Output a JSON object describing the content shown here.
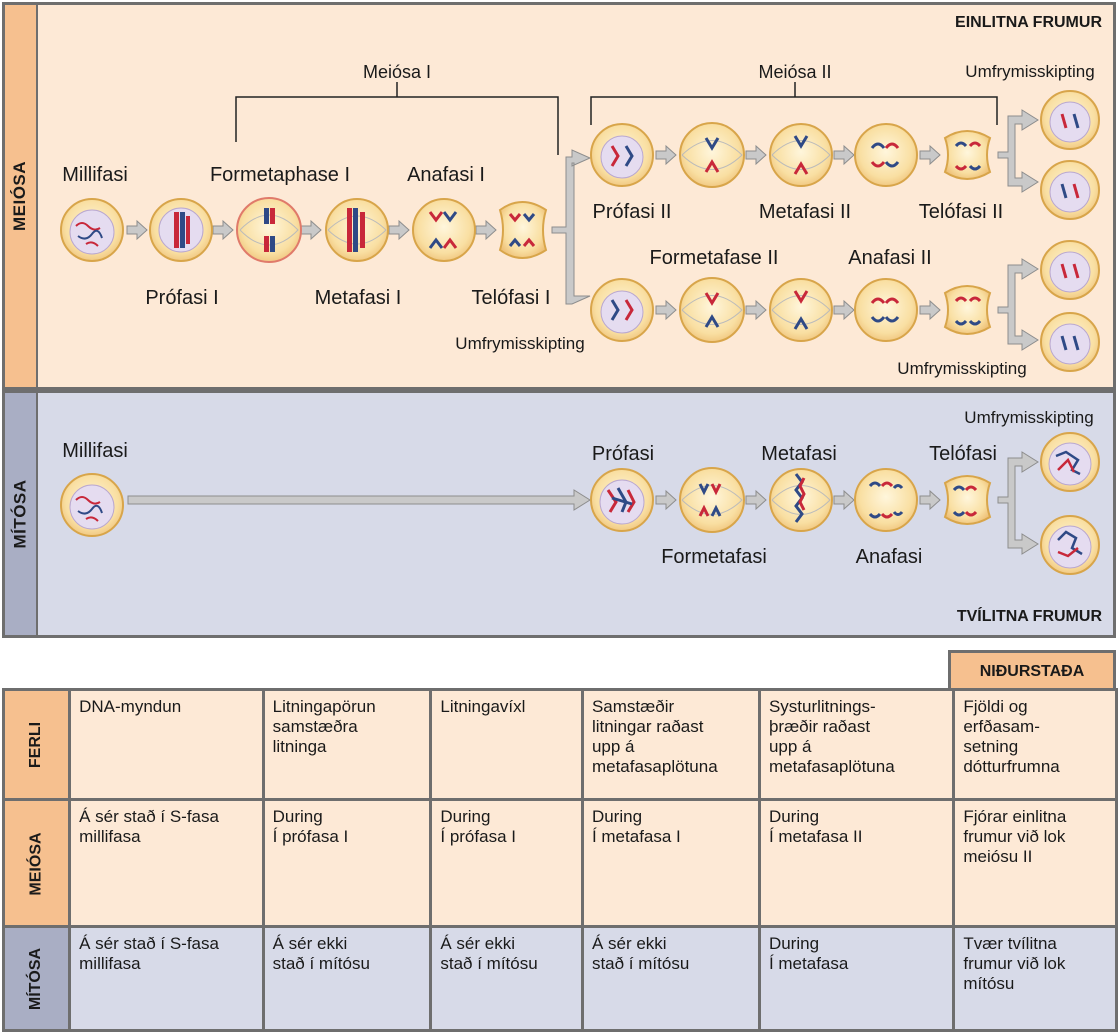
{
  "diagram": {
    "meiosis_side_label": "MEIÓSA",
    "mitosis_side_label": "MÍTÓSA",
    "haploid_label": "EINLITNA FRUMUR",
    "diploid_label": "TVÍLITNA FRUMUR",
    "meiosis_1_bracket": "Meiósa I",
    "meiosis_2_bracket": "Meiósa II",
    "meiosis_labels": {
      "interphase": "Millifasi",
      "prophase_1": "Prófasi I",
      "prometaphase_1": "Formetaphase I",
      "metaphase_1": "Metafasi I",
      "anaphase_1": "Anafasi I",
      "telophase_1": "Telófasi I",
      "cytokinesis_1": "Umfrymisskipting",
      "prophase_2": "Prófasi II",
      "metaphase_2": "Metafasi II",
      "telophase_2": "Telófasi II",
      "cytokinesis_2_top": "Umfrymisskipting",
      "prometaphase_2": "Formetafase II",
      "anaphase_2": "Anafasi II",
      "cytokinesis_2_bottom": "Umfrymisskipting"
    },
    "mitosis_labels": {
      "interphase": "Millifasi",
      "prophase": "Prófasi",
      "prometaphase": "Formetafasi",
      "metaphase": "Metafasi",
      "anaphase": "Anafasi",
      "telophase": "Telófasi",
      "cytokinesis": "Umfrymisskipting"
    },
    "colors": {
      "maternal": "#c8283a",
      "paternal": "#2f4a86",
      "cell_fill": "#f9dfa2",
      "cell_border": "#d8a54a",
      "nucleus": "#e5dcf0",
      "arrow": "#c9c9c9"
    }
  },
  "table": {
    "result_header": "NIÐURSTAÐA",
    "rows": [
      {
        "head": "FERLI",
        "cells": [
          "DNA-myndun",
          "Litningapörun\nsamstæðra\nlitninga",
          "Litningavíxl",
          "Samstæðir\nlitningar raðast\nupp á\nmetafasaplötuna",
          "Systurlitnings-\nþræðir raðast\nupp á\nmetafasaplötuna",
          "Fjöldi og\nerfðasam-\nsetning\ndótturfrumna"
        ]
      },
      {
        "head": "MEIÓSA",
        "cells": [
          "Á sér stað í S-fasa\nmillifasa",
          "During\nÍ prófasa I",
          "During\nÍ prófasa I",
          "During\nÍ metafasa I",
          "During\nÍ metafasa II",
          "Fjórar einlitna\nfrumur við lok\nmeiósu II"
        ]
      },
      {
        "head": "MÍTÓSA",
        "cells": [
          "Á sér stað í S-fasa\nmillifasa",
          "Á sér ekki\nstað í mítósu",
          "Á sér ekki\nstað í mítósu",
          "Á sér ekki\nstað í mítósu",
          "During\nÍ metafasa",
          "Tvær tvílitna\nfrumur við lok\nmítósu"
        ]
      }
    ]
  }
}
